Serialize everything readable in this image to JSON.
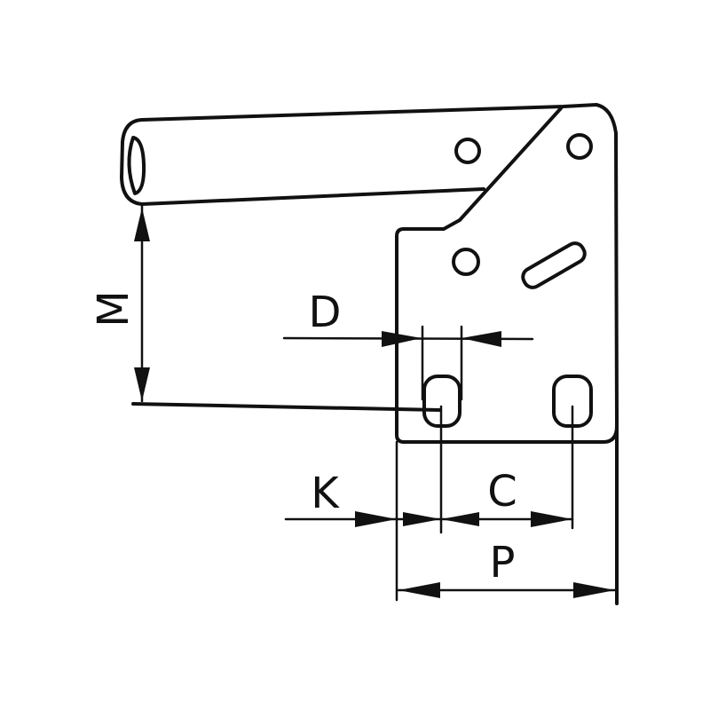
{
  "diagram": {
    "dimension_labels": {
      "m": "M",
      "d": "D",
      "k": "K",
      "c": "C",
      "p": "P"
    }
  }
}
